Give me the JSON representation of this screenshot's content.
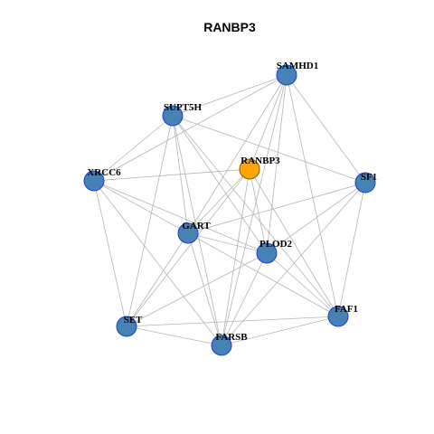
{
  "title": "RANBP3",
  "colors": {
    "node_fill": "#4682b4",
    "node_stroke": "#1a3fd6",
    "focus_fill": "#ffa500",
    "focus_stroke": "#8a5a00",
    "edge": "#b4b4b4"
  },
  "nodes": [
    {
      "id": "SAMHD1",
      "label": "SAMHD1",
      "focus": false
    },
    {
      "id": "SUPT5H",
      "label": "SUPT5H",
      "focus": false
    },
    {
      "id": "RANBP3",
      "label": "RANBP3",
      "focus": true
    },
    {
      "id": "XRCC6",
      "label": "XRCC6",
      "focus": false
    },
    {
      "id": "SF1",
      "label": "SF1",
      "focus": false
    },
    {
      "id": "GART",
      "label": "GART",
      "focus": false
    },
    {
      "id": "PLOD2",
      "label": "PLOD2",
      "focus": false
    },
    {
      "id": "FAF1",
      "label": "FAF1",
      "focus": false
    },
    {
      "id": "SET",
      "label": "SET",
      "focus": false
    },
    {
      "id": "FARSB",
      "label": "FARSB",
      "focus": false
    }
  ],
  "edges": [
    [
      "SAMHD1",
      "SUPT5H"
    ],
    [
      "SAMHD1",
      "XRCC6"
    ],
    [
      "SAMHD1",
      "SF1"
    ],
    [
      "SAMHD1",
      "GART"
    ],
    [
      "SAMHD1",
      "PLOD2"
    ],
    [
      "SAMHD1",
      "FAF1"
    ],
    [
      "SAMHD1",
      "FARSB"
    ],
    [
      "SAMHD1",
      "RANBP3"
    ],
    [
      "SUPT5H",
      "XRCC6"
    ],
    [
      "SUPT5H",
      "SF1"
    ],
    [
      "SUPT5H",
      "GART"
    ],
    [
      "SUPT5H",
      "PLOD2"
    ],
    [
      "SUPT5H",
      "FARSB"
    ],
    [
      "SUPT5H",
      "SET"
    ],
    [
      "SUPT5H",
      "FAF1"
    ],
    [
      "RANBP3",
      "GART"
    ],
    [
      "RANBP3",
      "PLOD2"
    ],
    [
      "RANBP3",
      "FAF1"
    ],
    [
      "RANBP3",
      "SET"
    ],
    [
      "RANBP3",
      "FARSB"
    ],
    [
      "RANBP3",
      "XRCC6"
    ],
    [
      "XRCC6",
      "GART"
    ],
    [
      "XRCC6",
      "PLOD2"
    ],
    [
      "XRCC6",
      "SET"
    ],
    [
      "XRCC6",
      "FARSB"
    ],
    [
      "SF1",
      "GART"
    ],
    [
      "SF1",
      "PLOD2"
    ],
    [
      "SF1",
      "FAF1"
    ],
    [
      "SF1",
      "FARSB"
    ],
    [
      "GART",
      "PLOD2"
    ],
    [
      "GART",
      "FAF1"
    ],
    [
      "GART",
      "SET"
    ],
    [
      "GART",
      "FARSB"
    ],
    [
      "PLOD2",
      "FARSB"
    ],
    [
      "PLOD2",
      "SET"
    ],
    [
      "PLOD2",
      "FAF1"
    ],
    [
      "FAF1",
      "SET"
    ],
    [
      "FAF1",
      "FARSB"
    ],
    [
      "SET",
      "FARSB"
    ]
  ]
}
